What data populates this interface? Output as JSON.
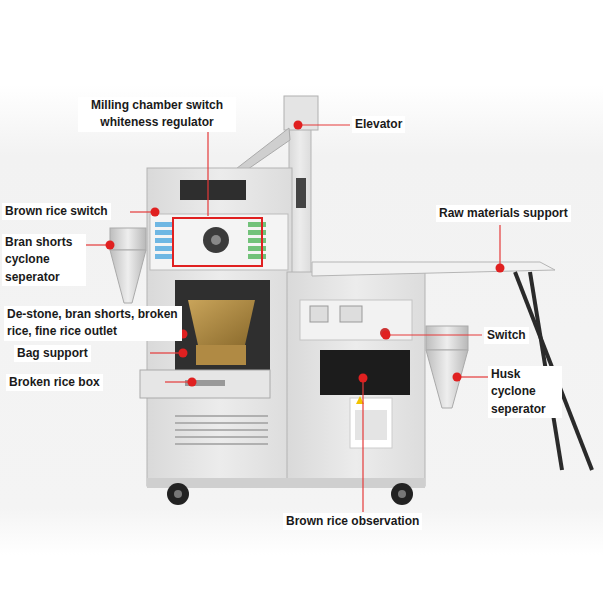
{
  "diagram": {
    "labels": [
      "Milling chamber switch whiteness regulator",
      "Elevator",
      "Brown rice switch",
      "Bran shorts cyclone seperator",
      "Raw materials support",
      "De-stone, bran shorts, broken rice, fine rice outlet",
      "Bag support",
      "Broken rice box",
      "Switch",
      "Husk cyclone seperator",
      "Brown rice observation"
    ]
  }
}
